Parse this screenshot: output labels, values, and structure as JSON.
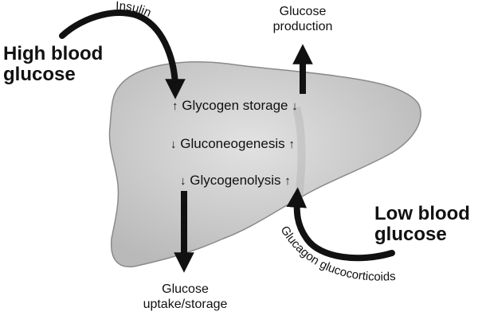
{
  "high_glucose": {
    "line1": "High blood",
    "line2": "glucose"
  },
  "low_glucose": {
    "line1": "Low blood",
    "line2": "glucose"
  },
  "insulin": "Insulin",
  "hormones": "Glucagon glucocorticoids",
  "glucose_production": {
    "line1": "Glucose",
    "line2": "production"
  },
  "glucose_uptake": {
    "line1": "Glucose",
    "line2": "uptake/storage"
  },
  "processes": [
    {
      "label": "Glycogen storage",
      "insulin": "↑",
      "glucagon": "↓"
    },
    {
      "label": "Gluconeogenesis",
      "insulin": "↓",
      "glucagon": "↑"
    },
    {
      "label": "Glycogenolysis",
      "insulin": "↓",
      "glucagon": "↑"
    }
  ],
  "colors": {
    "liver_fill": "#c9c9c9",
    "liver_stroke": "#8a8a8a",
    "ink": "#111111",
    "background": "#ffffff"
  }
}
